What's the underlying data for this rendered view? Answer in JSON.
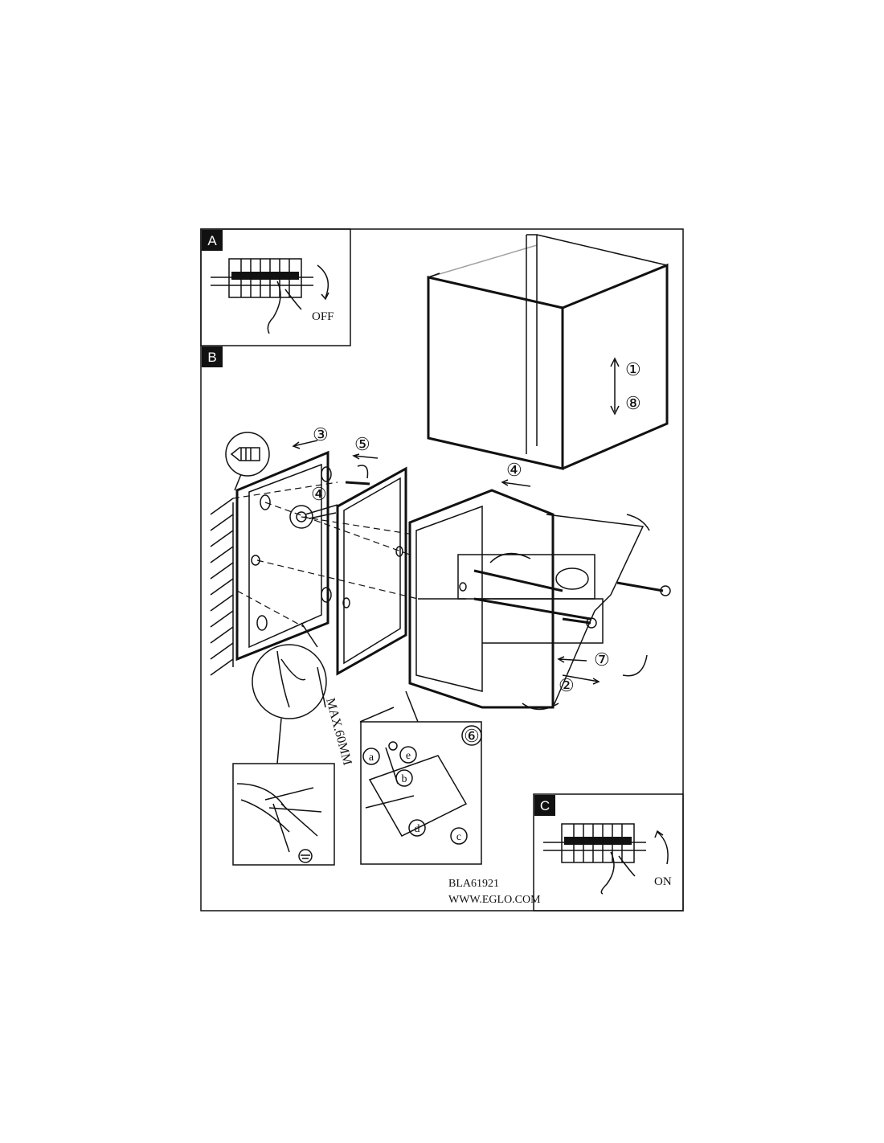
{
  "panels": {
    "a": {
      "label": "A",
      "switch_state": "OFF"
    },
    "b": {
      "label": "B"
    },
    "c": {
      "label": "C",
      "switch_state": "ON"
    }
  },
  "steps": {
    "s1": "①",
    "s2": "②",
    "s3": "③",
    "s4a": "④",
    "s4b": "④",
    "s5": "⑤",
    "s6": "⑥",
    "s7": "⑦",
    "s8": "⑧"
  },
  "terminal_labels": {
    "a": "a",
    "b": "b",
    "c": "c",
    "d": "d",
    "e": "e"
  },
  "wire_strip": {
    "max_length": "MAX.60MM"
  },
  "footer": {
    "code": "BLA61921",
    "website": "WWW.EGLO.COM"
  }
}
